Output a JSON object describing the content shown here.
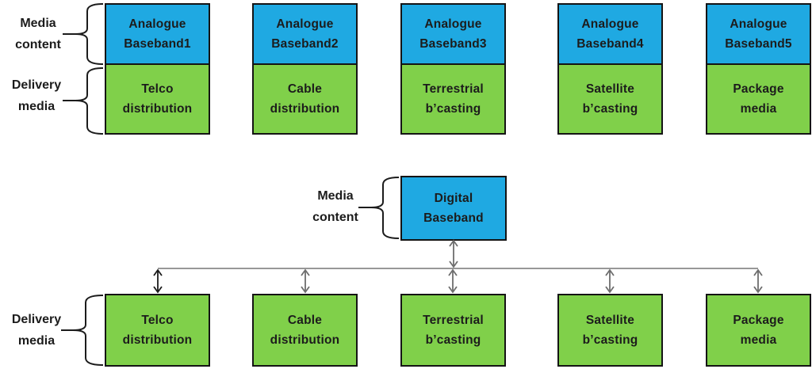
{
  "colors": {
    "content_box": "#1fa9e2",
    "delivery_box": "#80d04a",
    "box_border": "#141414",
    "text": "#1c1c1c",
    "bus_line": "#8a8a8a",
    "arrow_gray": "#6e6e6e",
    "arrow_black": "#1c1c1c"
  },
  "labels": {
    "top_media_content": {
      "line1": "Media",
      "line2": "content"
    },
    "top_delivery_media": {
      "line1": "Delivery",
      "line2": "media"
    },
    "bottom_media_content": {
      "line1": "Media",
      "line2": "content"
    },
    "bottom_delivery_media": {
      "line1": "Delivery",
      "line2": "media"
    }
  },
  "analogue_columns": [
    {
      "content": {
        "line1": "Analogue",
        "line2": "Baseband1"
      },
      "delivery": {
        "line1": "Telco",
        "line2": "distribution"
      }
    },
    {
      "content": {
        "line1": "Analogue",
        "line2": "Baseband2"
      },
      "delivery": {
        "line1": "Cable",
        "line2": "distribution"
      }
    },
    {
      "content": {
        "line1": "Analogue",
        "line2": "Baseband3"
      },
      "delivery": {
        "line1": "Terrestrial",
        "line2": "b’casting"
      }
    },
    {
      "content": {
        "line1": "Analogue",
        "line2": "Baseband4"
      },
      "delivery": {
        "line1": "Satellite",
        "line2": "b’casting"
      }
    },
    {
      "content": {
        "line1": "Analogue",
        "line2": "Baseband5"
      },
      "delivery": {
        "line1": "Package",
        "line2": "media"
      }
    }
  ],
  "digital_section": {
    "content_box": {
      "line1": "Digital",
      "line2": "Baseband"
    },
    "delivery_boxes": [
      {
        "line1": "Telco",
        "line2": "distribution"
      },
      {
        "line1": "Cable",
        "line2": "distribution"
      },
      {
        "line1": "Terrestrial",
        "line2": "b’casting"
      },
      {
        "line1": "Satellite",
        "line2": "b’casting"
      },
      {
        "line1": "Package",
        "line2": "media"
      }
    ]
  }
}
